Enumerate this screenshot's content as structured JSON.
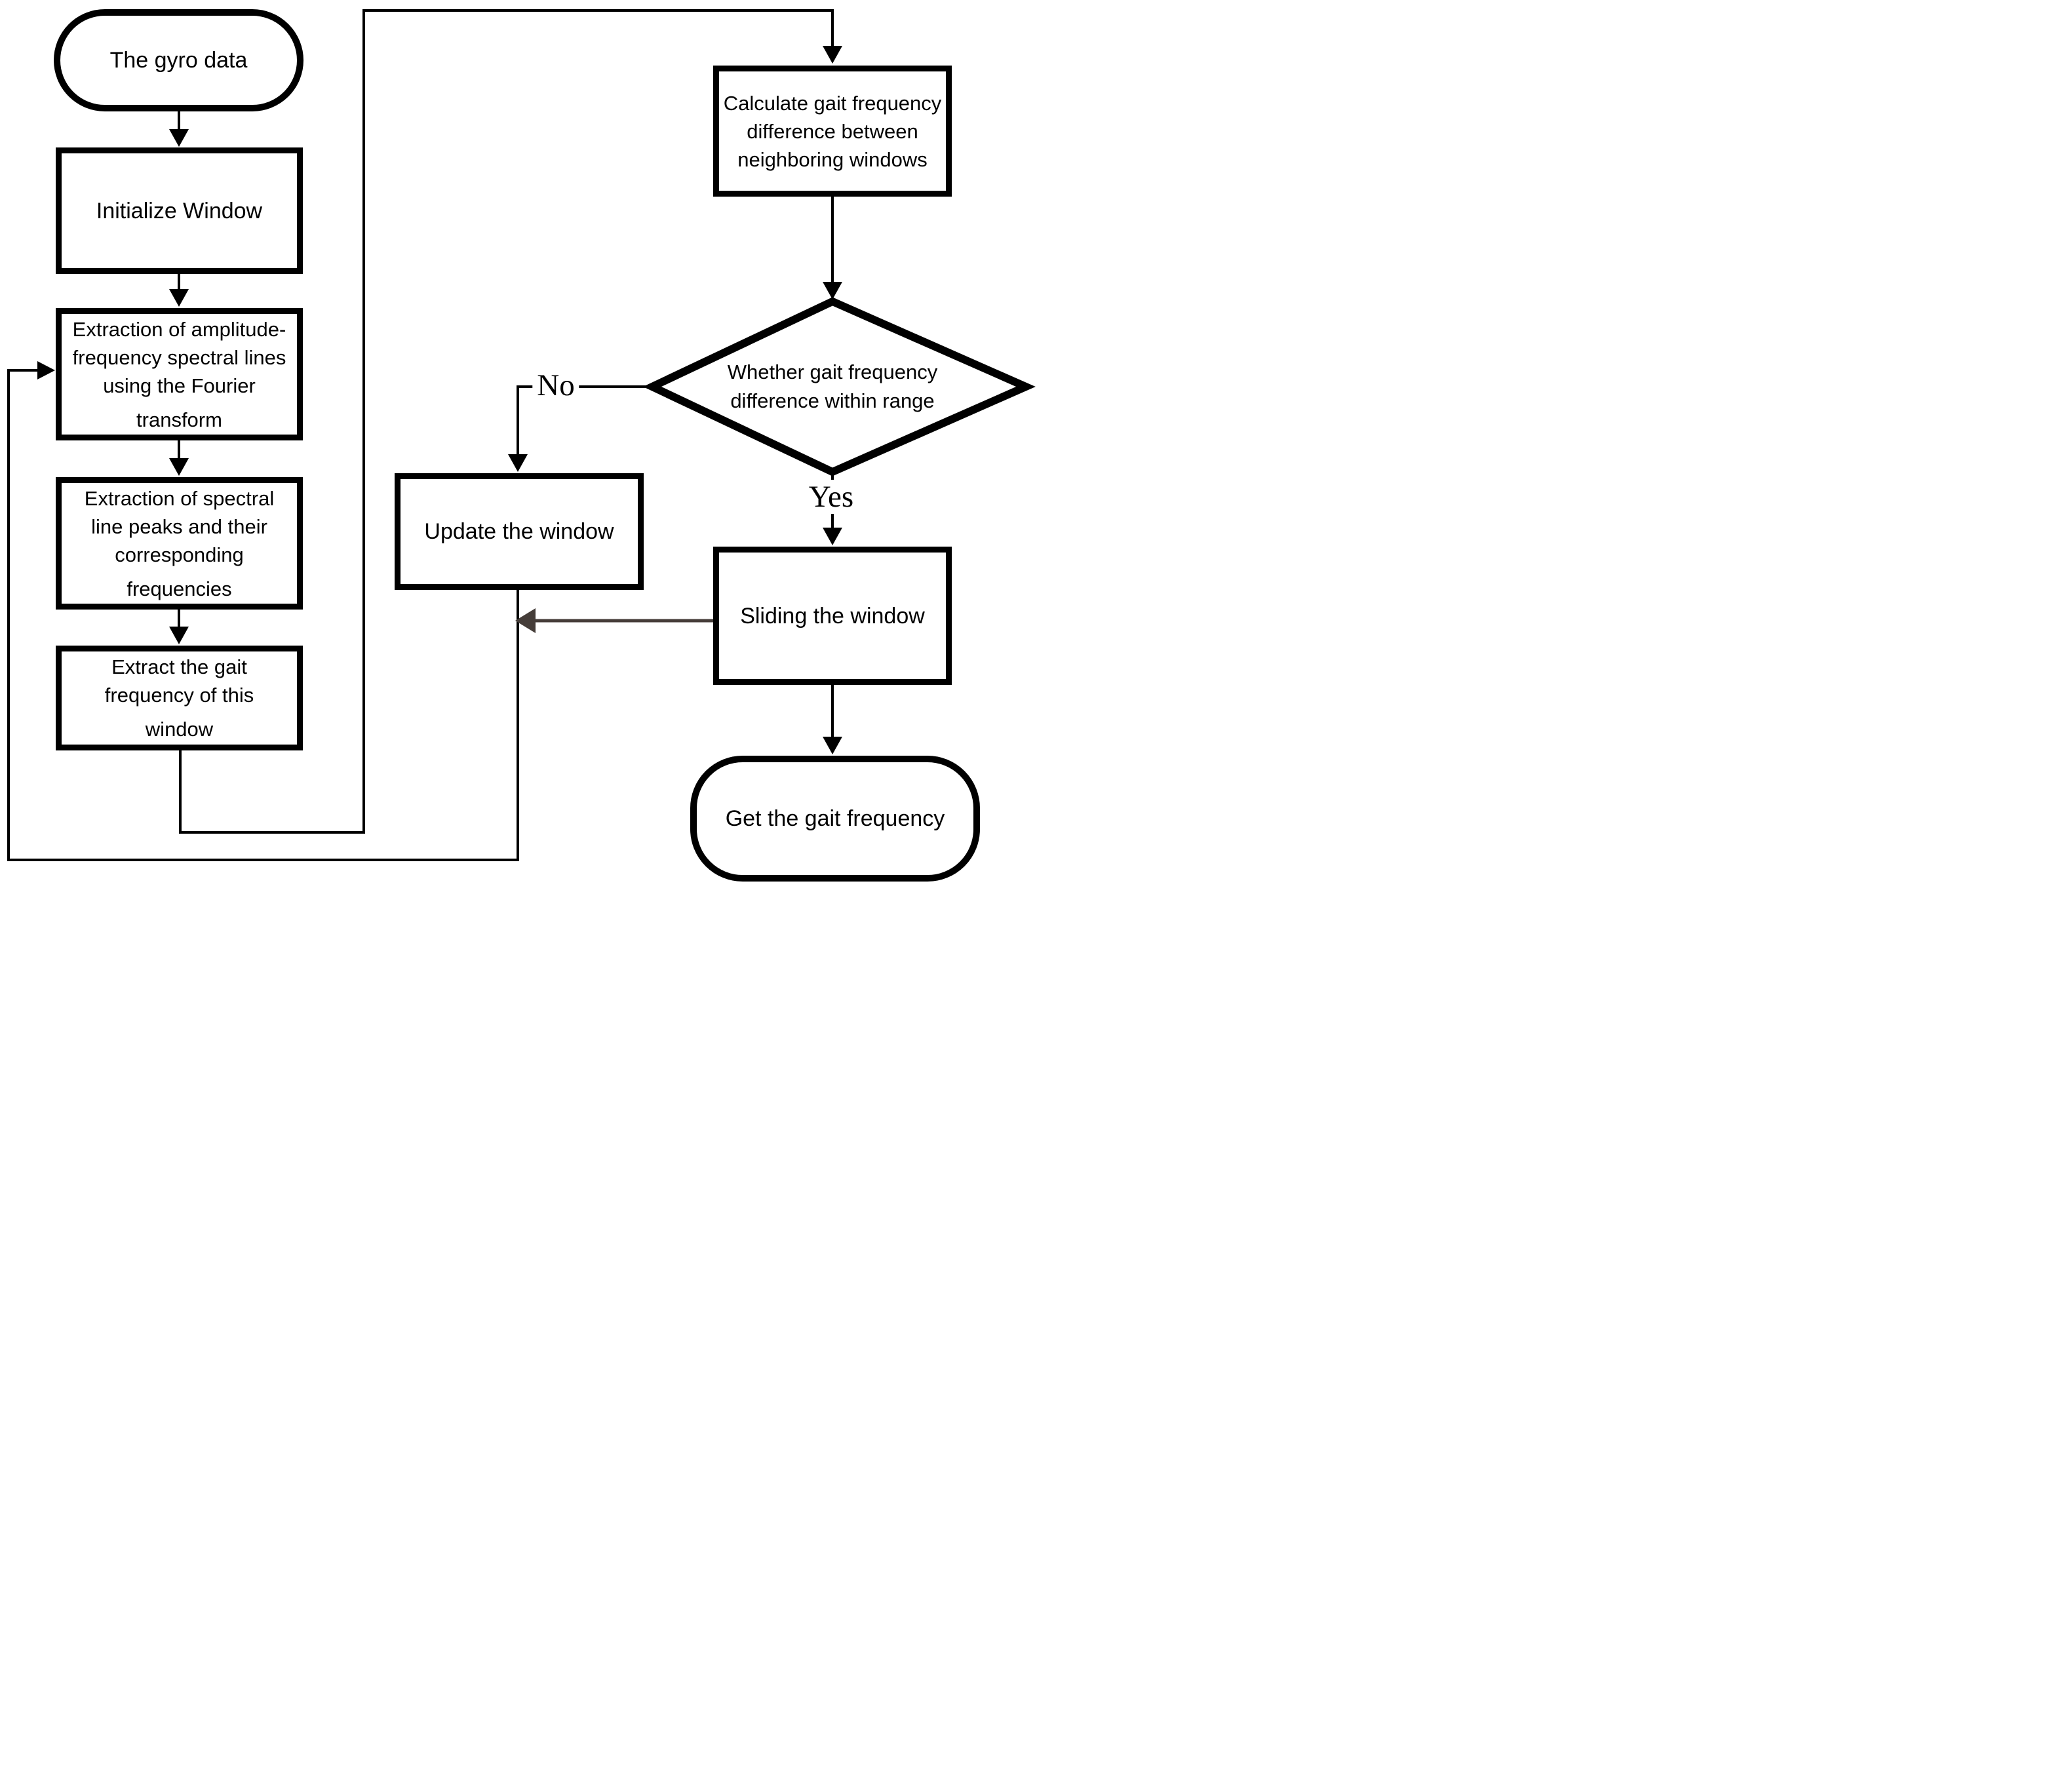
{
  "title": "Gait frequency extraction flowchart",
  "colors": {
    "line": "#000000",
    "node_border": "#000000",
    "background": "#ffffff",
    "text": "#000000",
    "merge_arrow": "#453d39"
  },
  "nodes": {
    "gyro": {
      "type": "terminator",
      "label": "The gyro data"
    },
    "initialize": {
      "type": "process",
      "label": "Initialize Window"
    },
    "fourier": {
      "type": "process",
      "lines": [
        "Extraction of amplitude-",
        "frequency spectral lines",
        "using the Fourier",
        "transform"
      ]
    },
    "peaks": {
      "type": "process",
      "lines": [
        "Extraction of spectral",
        "line peaks and their",
        "corresponding",
        "frequencies"
      ]
    },
    "extract": {
      "type": "process",
      "lines": [
        "Extract the gait",
        "frequency of this",
        "window"
      ]
    },
    "calculate": {
      "type": "process",
      "lines": [
        "Calculate gait frequency",
        "difference between",
        "neighboring windows"
      ]
    },
    "decision": {
      "type": "decision",
      "lines": [
        "Whether gait frequency",
        "difference within range"
      ]
    },
    "update": {
      "type": "process",
      "label": "Update the window"
    },
    "sliding": {
      "type": "process",
      "label": "Sliding the window"
    },
    "get": {
      "type": "terminator",
      "label": "Get the gait frequency"
    }
  },
  "edge_labels": {
    "no": "No",
    "yes": "Yes"
  }
}
